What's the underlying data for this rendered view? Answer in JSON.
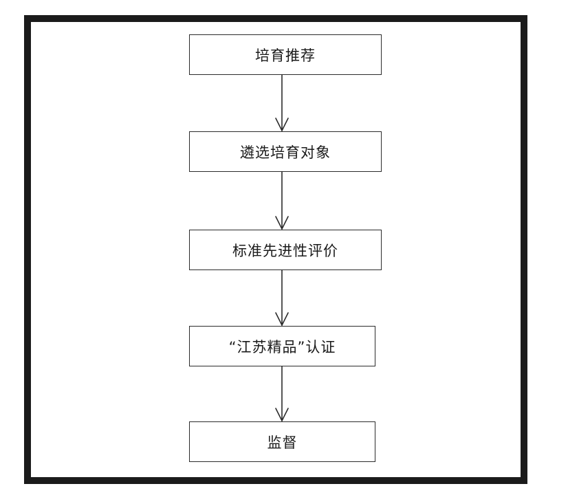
{
  "flowchart": {
    "steps": [
      {
        "label": "培育推荐"
      },
      {
        "label": "遴选培育对象"
      },
      {
        "label": "标准先进性评价"
      },
      {
        "label": "“江苏精品”认证"
      },
      {
        "label": "监督"
      }
    ]
  },
  "colors": {
    "frame": "#1b1b1b",
    "line": "#2a2a2a",
    "background": "#ffffff"
  }
}
